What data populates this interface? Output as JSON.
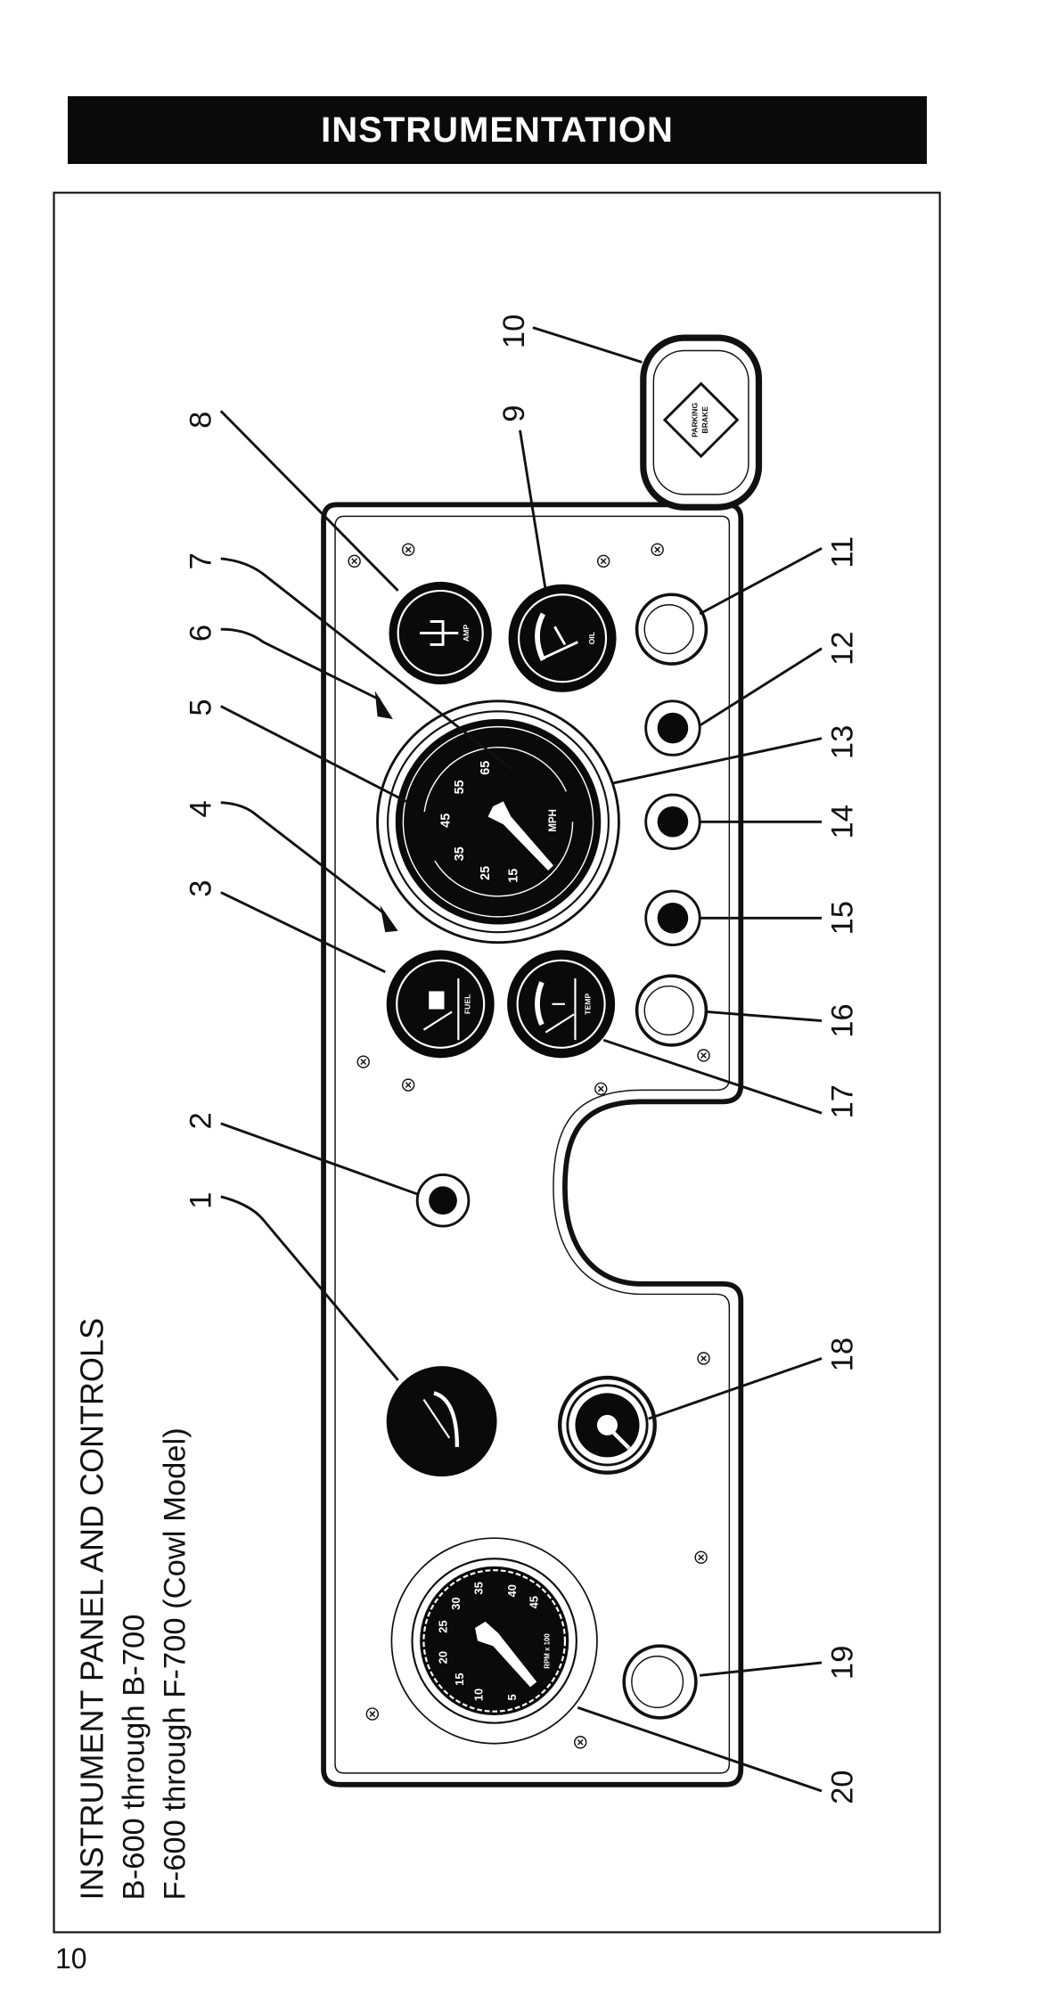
{
  "header": {
    "title": "INSTRUMENTATION"
  },
  "figure": {
    "title": "INSTRUMENT PANEL AND CONTROLS",
    "line2": "B-600 through B-700",
    "line3": "F-600 through F-700 (Cowl Model)"
  },
  "callouts": [
    "1",
    "2",
    "3",
    "4",
    "5",
    "6",
    "7",
    "8",
    "9",
    "10",
    "11",
    "12",
    "13",
    "14",
    "15",
    "16",
    "17",
    "18",
    "19",
    "20"
  ],
  "gauges": {
    "ammeter": "AMP",
    "oil": "OIL",
    "fuel": "FUEL",
    "temp": "TEMP",
    "speedometer": {
      "unit": "MPH",
      "scale": [
        "15",
        "25",
        "35",
        "45",
        "55",
        "65"
      ]
    },
    "tachometer": {
      "unit": "RPM x 100",
      "scale": [
        "5",
        "10",
        "15",
        "20",
        "25",
        "30",
        "35",
        "40",
        "45"
      ]
    },
    "parking_brake": {
      "line1": "PARKING",
      "line2": "BRAKE"
    }
  },
  "page_number": "10"
}
